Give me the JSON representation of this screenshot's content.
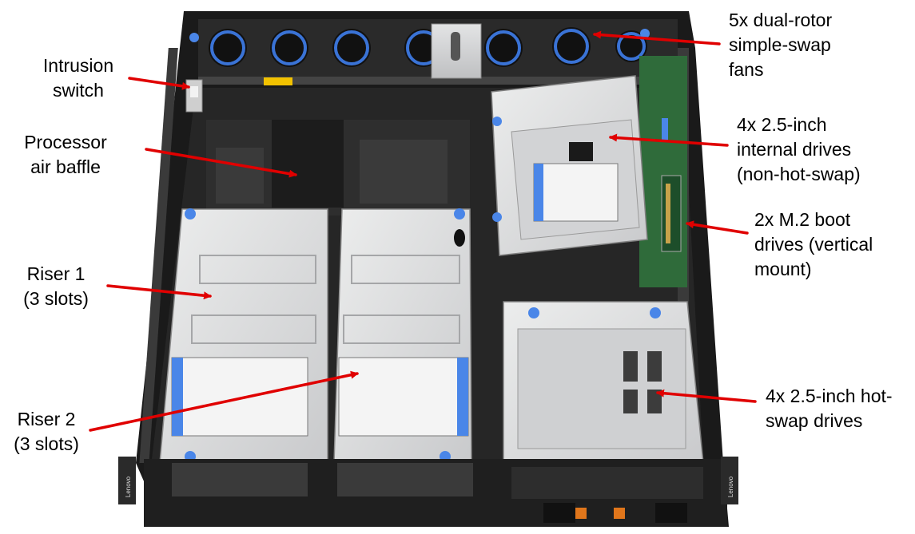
{
  "labels": {
    "intrusion_switch": [
      "Intrusion",
      "switch"
    ],
    "processor_air_baffle": [
      "Processor",
      "air baffle"
    ],
    "riser_1": [
      "Riser 1",
      "(3 slots)"
    ],
    "riser_2": [
      "Riser 2",
      "(3 slots)"
    ],
    "fans": [
      "5x dual-rotor",
      "simple-swap",
      "fans"
    ],
    "internal_drives": [
      "4x 2.5-inch",
      "internal drives",
      "(non-hot-swap)"
    ],
    "m2_boot_drives": [
      "2x M.2 boot",
      "drives (vertical",
      "mount)"
    ],
    "hot_swap_drives": [
      "4x 2.5-inch hot-",
      "swap drives"
    ]
  },
  "brand_text": "Lenovo",
  "colors": {
    "callout_arrow": "#e00000",
    "chassis_black": "#1a1a1a",
    "sheet_metal": "#d9dadb",
    "fan_ring_blue": "#3a73d6",
    "touch_point_blue": "#4a86e8",
    "pcb_green": "#2f6b3a"
  }
}
